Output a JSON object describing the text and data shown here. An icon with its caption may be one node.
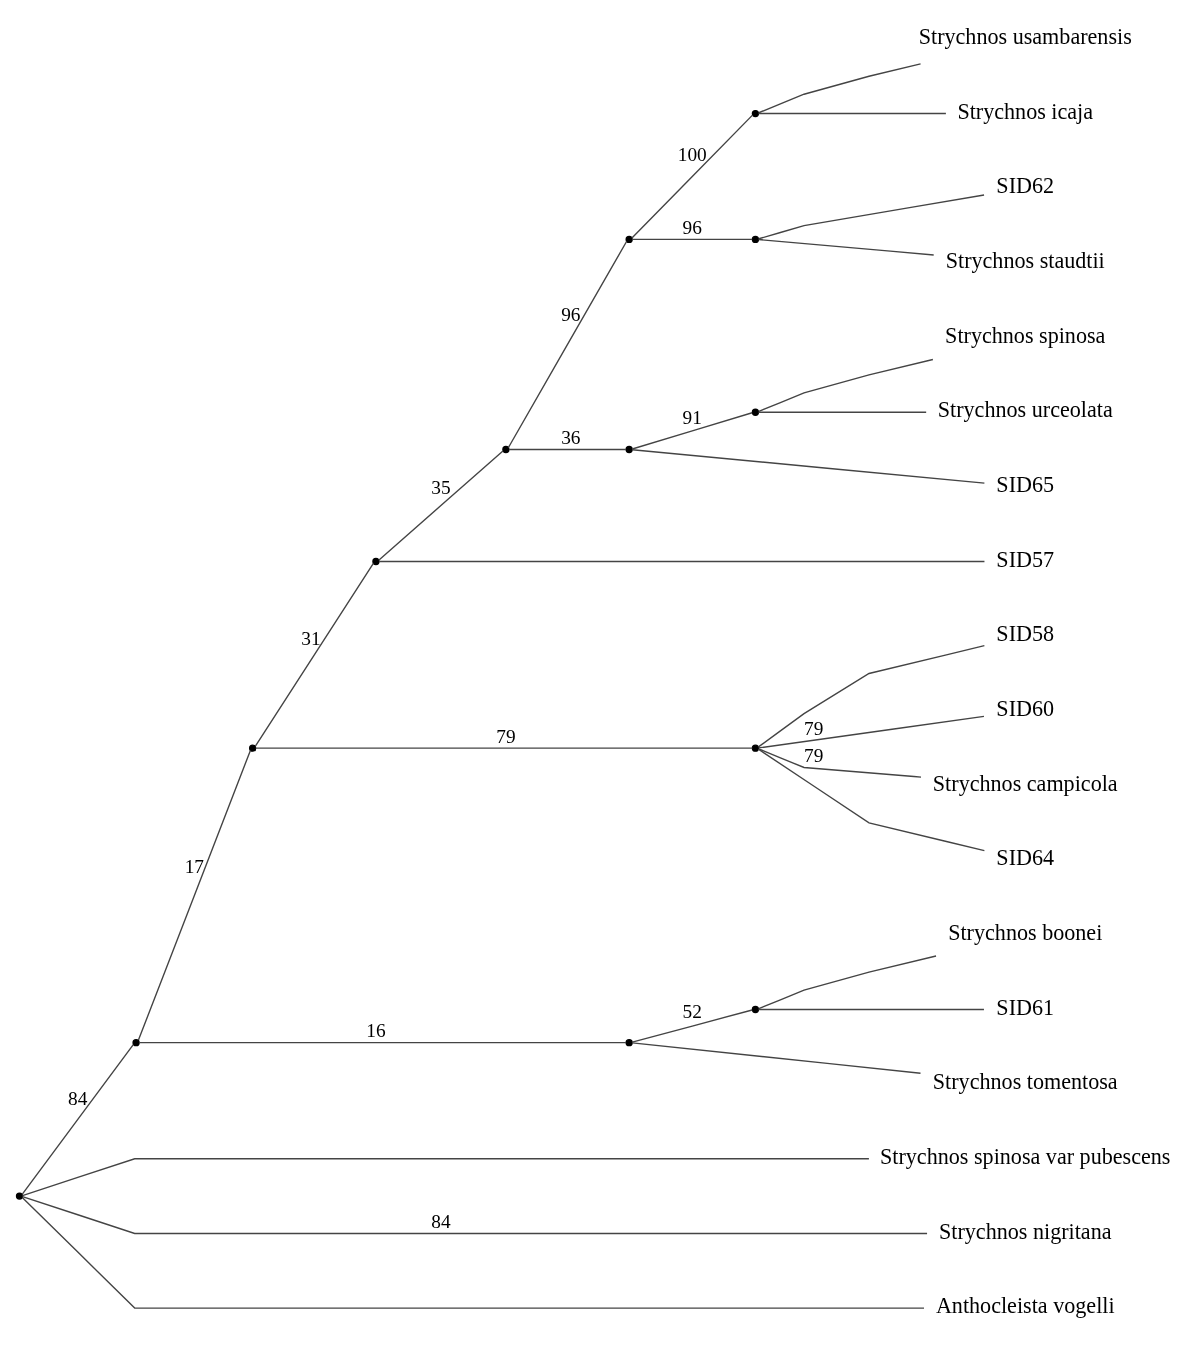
{
  "diagram": {
    "nodes": [
      {
        "text": [],
        "shape": "point"
      },
      {
        "text": [],
        "shape": "point"
      },
      {
        "text": [],
        "shape": "point"
      },
      {
        "text": [],
        "shape": "point"
      },
      {
        "text": [],
        "shape": "point"
      },
      {
        "text": [],
        "shape": "point"
      },
      {
        "text": [],
        "shape": "point"
      },
      {
        "text": [],
        "shape": "point"
      },
      {
        "text": [],
        "shape": "point"
      },
      {
        "text": [],
        "shape": "point"
      },
      {
        "text": [],
        "shape": "point"
      },
      {
        "text": [],
        "shape": "point"
      },
      {
        "text": [],
        "shape": "point"
      },
      {
        "text": [
          "Strychnos usambarensis"
        ]
      },
      {
        "text": [
          "Strychnos icaja"
        ]
      },
      {
        "text": [
          "SID62"
        ]
      },
      {
        "text": [
          "Strychnos staudtii"
        ]
      },
      {
        "text": [
          "SID65"
        ]
      },
      {
        "text": [
          "Strychnos spinosa"
        ]
      },
      {
        "text": [
          "Strychnos urceolata"
        ]
      },
      {
        "text": [
          "SID57"
        ]
      },
      {
        "text": [
          "SID58"
        ]
      },
      {
        "text": [
          "SID60"
        ]
      },
      {
        "text": [
          "Strychnos campicola"
        ]
      },
      {
        "text": [
          "SID64"
        ]
      },
      {
        "text": [
          "Strychnos tomentosa"
        ]
      },
      {
        "text": [
          "Strychnos boonei"
        ]
      },
      {
        "text": [
          "SID61"
        ]
      },
      {
        "text": [
          "Strychnos spinosa var pubescens"
        ]
      },
      {
        "text": [
          "Strychnos nigritana"
        ]
      },
      {
        "text": [
          "Anthocleista vogelli"
        ]
      }
    ],
    "edges": [
      {
        "from": 0,
        "to": 1,
        "arrow": "none",
        "label": "84"
      },
      {
        "from": 1,
        "to": 2,
        "arrow": "none",
        "label": "17"
      },
      {
        "from": 2,
        "to": 3,
        "arrow": "none",
        "label": "31"
      },
      {
        "from": 3,
        "to": 4,
        "arrow": "none",
        "label": "35"
      },
      {
        "from": 4,
        "to": 5,
        "arrow": "none",
        "label": "96"
      },
      {
        "from": 5,
        "to": 7,
        "arrow": "none",
        "label": "100"
      },
      {
        "from": 7,
        "to": 13,
        "arrow": "none"
      },
      {
        "from": 7,
        "to": 14,
        "arrow": "none"
      },
      {
        "from": 5,
        "to": 8,
        "arrow": "none",
        "label": "96"
      },
      {
        "from": 8,
        "to": 15,
        "arrow": "none"
      },
      {
        "from": 8,
        "to": 16,
        "arrow": "none"
      },
      {
        "from": 4,
        "to": 6,
        "arrow": "none",
        "label": "36"
      },
      {
        "from": 6,
        "to": 17,
        "arrow": "none"
      },
      {
        "from": 6,
        "to": 9,
        "arrow": "none",
        "label": "91"
      },
      {
        "from": 9,
        "to": 18,
        "arrow": "none"
      },
      {
        "from": 9,
        "to": 19,
        "arrow": "none"
      },
      {
        "from": 3,
        "to": 20,
        "arrow": "none"
      },
      {
        "from": 2,
        "to": 10,
        "arrow": "none",
        "label": "79"
      },
      {
        "from": 10,
        "to": 21,
        "arrow": "none"
      },
      {
        "from": 10,
        "to": 22,
        "arrow": "none",
        "label": "79"
      },
      {
        "from": 10,
        "to": 23,
        "arrow": "none",
        "label": "79"
      },
      {
        "from": 10,
        "to": 24,
        "arrow": "none"
      },
      {
        "from": 1,
        "to": 11,
        "arrow": "none",
        "label": "16"
      },
      {
        "from": 11,
        "to": 25,
        "arrow": "none"
      },
      {
        "from": 11,
        "to": 12,
        "arrow": "none",
        "label": "52"
      },
      {
        "from": 12,
        "to": 26,
        "arrow": "none"
      },
      {
        "from": 12,
        "to": 27,
        "arrow": "none"
      },
      {
        "from": 0,
        "to": 28,
        "arrow": "none"
      },
      {
        "from": 0,
        "to": 29,
        "arrow": "none",
        "label": "84"
      },
      {
        "from": 0,
        "to": 30,
        "arrow": "none"
      }
    ]
  }
}
